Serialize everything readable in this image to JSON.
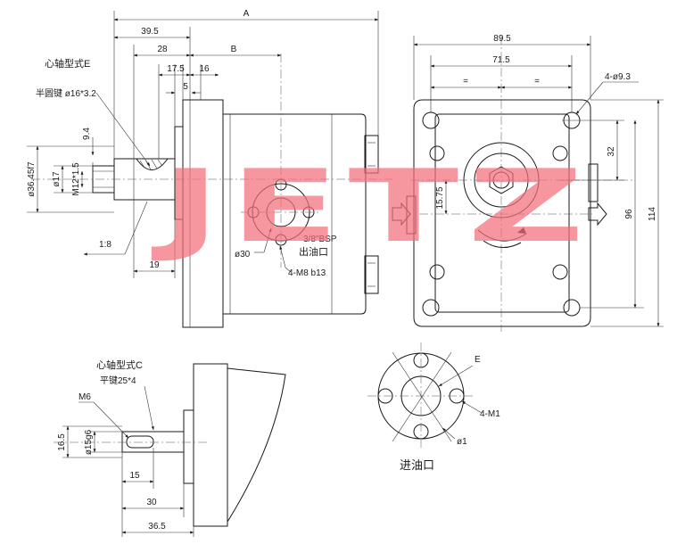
{
  "watermark": "JETZ",
  "labels": {
    "shaft_type_e": "心轴型式E",
    "semicircle_key": "半圆键 ø16*3.2",
    "shaft_type_c": "心轴型式C",
    "flat_key": "平键25*4",
    "outlet_thread": "3/8\"BSP",
    "outlet_port": "出油口",
    "outlet_bolts": "4-M8 b13",
    "outlet_dia": "ø30",
    "inlet_port": "进油口",
    "inlet_bolts": "4-M1",
    "inlet_dia": "ø1",
    "detail_e": "E",
    "m6": "M6",
    "taper": "1:8",
    "flange_holes": "4-ø9.3"
  },
  "dimensions": {
    "a": "A",
    "b": "B",
    "d39_5": "39.5",
    "d28": "28",
    "d17_5": "17.5",
    "d16": "16",
    "d5": "5",
    "d9_4": "9.4",
    "d36_45": "ø36.45f7",
    "d17": "ø17",
    "m12": "M12*1.5",
    "d19": "19",
    "d89_5": "89.5",
    "d71_5": "71.5",
    "eq1": "=",
    "eq2": "=",
    "d32": "32",
    "d15_75": "15.75",
    "d96": "96",
    "d114": "114",
    "d16_5": "16.5",
    "d15g6": "ø15g6",
    "d15": "15",
    "d30": "30",
    "d36_5": "36.5"
  }
}
